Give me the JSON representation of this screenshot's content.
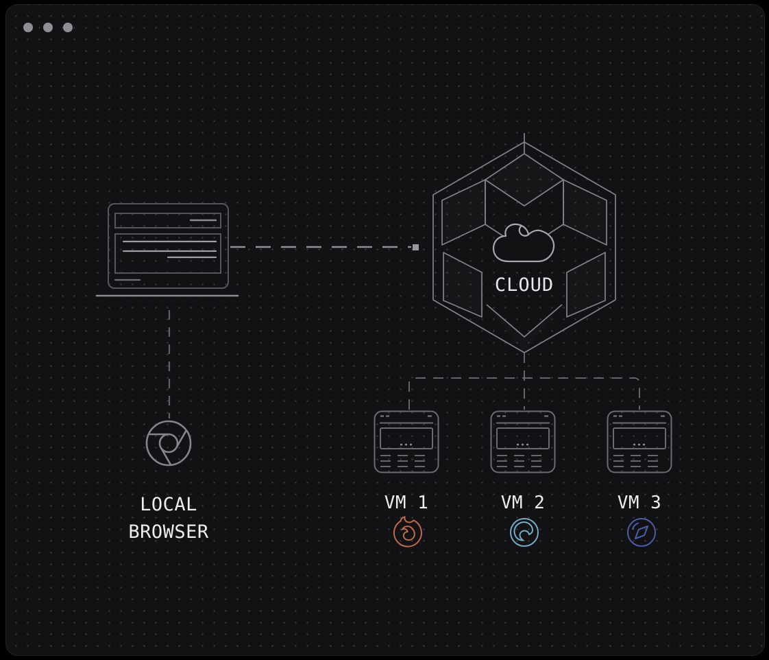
{
  "window": {
    "control_dots": [
      "window-dot-1",
      "window-dot-2",
      "window-dot-3"
    ]
  },
  "diagram": {
    "local_node": {
      "line1": "LOCAL",
      "line2": "BROWSER",
      "machine_icon": "laptop-browser-window",
      "browser_icon": "chrome"
    },
    "cloud_node": {
      "label": "CLOUD",
      "shape": "isometric-hexagon-cubes",
      "icon": "cloud"
    },
    "vm_nodes": [
      {
        "label": "VM 1",
        "browser_icon": "firefox",
        "icon_color": "#bf6b4b"
      },
      {
        "label": "VM 2",
        "browser_icon": "edge",
        "icon_color": "#72adc7"
      },
      {
        "label": "VM 3",
        "browser_icon": "compass",
        "icon_color": "#4c5ea6"
      }
    ],
    "connections": [
      "local-to-cloud-dashed",
      "local-to-chrome-dashed",
      "cloud-to-vm1-dashed",
      "cloud-to-vm2-dashed",
      "cloud-to-vm3-dashed"
    ]
  },
  "colors": {
    "canvas": "#000000",
    "window_bg": "#121214",
    "grid_dot": "#39393d",
    "line_gray": "#6e6f74",
    "bright_line": "#909196",
    "hexagon_stroke": "#83848a",
    "cloud_stroke": "#a7a8ae",
    "label_text": "#ededf0",
    "traffic_dot": "#8e8f93"
  }
}
